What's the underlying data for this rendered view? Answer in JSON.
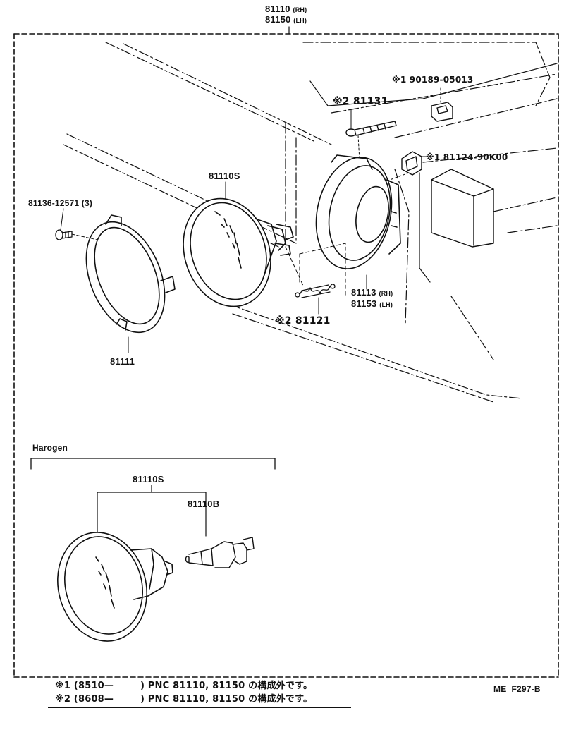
{
  "callouts": {
    "assembly_rh": "81110",
    "assembly_rh_suffix": "(RH)",
    "assembly_lh": "81150",
    "assembly_lh_suffix": "(LH)",
    "note1_part": "※1 90189-05013",
    "bolt": "※2 81131",
    "note1_clip": "※1 81124-90K00",
    "sealed_beam": "81110S",
    "screw": "81136-12571 (3)",
    "housing_rh": "81113",
    "housing_rh_suffix": "(RH)",
    "housing_lh": "81153",
    "housing_lh_suffix": "(LH)",
    "spring": "※2 81121",
    "retaining_ring": "81111"
  },
  "halogen": {
    "title": "Harogen",
    "unit": "81110S",
    "bulb": "81110B"
  },
  "footnotes": {
    "note1": "※1 (8510—        ) PNC 81110, 81150 の構成外です。",
    "note2": "※2 (8608—        ) PNC 81110, 81150 の構成外です。"
  },
  "figure_code": "ME  F297-B"
}
